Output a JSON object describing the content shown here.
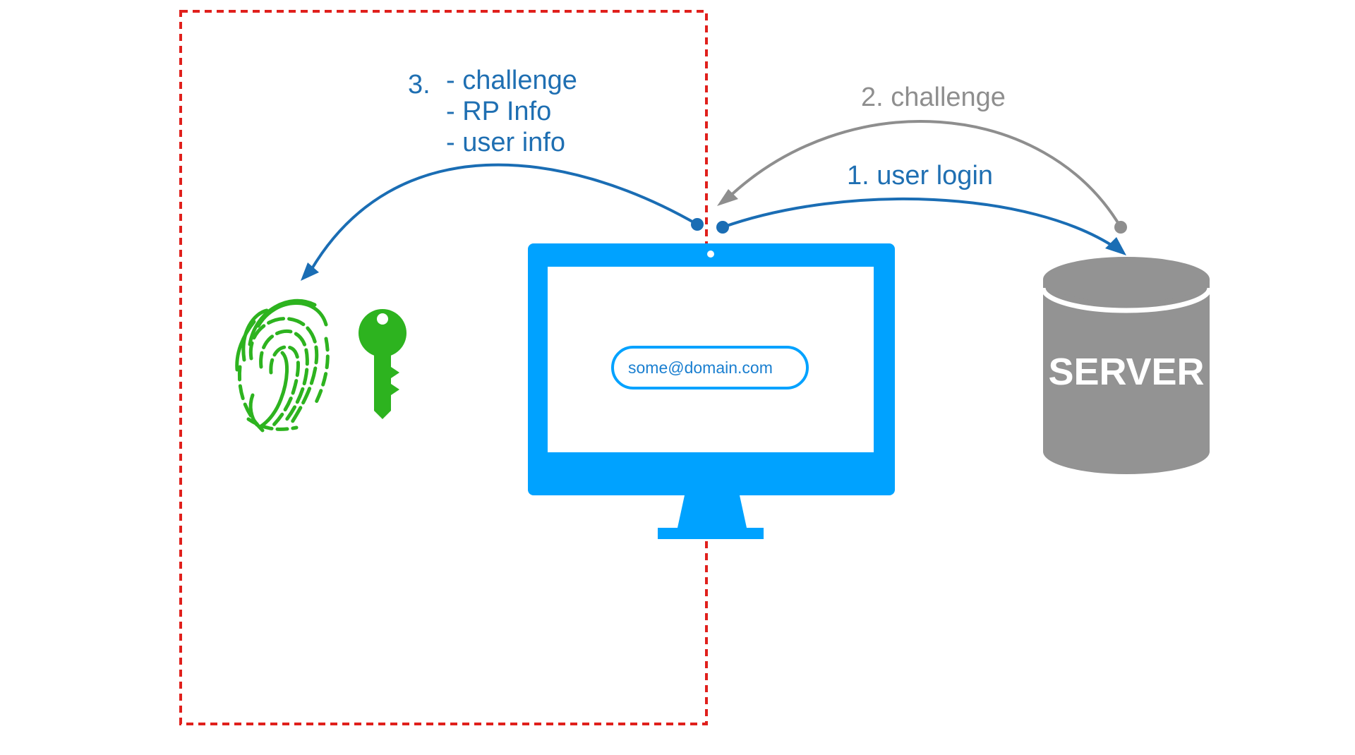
{
  "steps": {
    "step1": "1. user login",
    "step2": "2. challenge",
    "step3_number": "3.",
    "step3_items": [
      "- challenge",
      "- RP Info",
      "- user info"
    ]
  },
  "monitor": {
    "email_value": "some@domain.com"
  },
  "server": {
    "label": "SERVER"
  },
  "authenticator": {
    "icons": [
      "fingerprint-icon",
      "key-icon"
    ]
  },
  "colors": {
    "blue_text": "#1f6fb2",
    "blue_arrow": "#1a6db4",
    "gray": "#8e8e8e",
    "monitor": "#00a2ff",
    "green": "#2db31f",
    "boundary": "#e0201c",
    "server_fill": "#939393"
  }
}
